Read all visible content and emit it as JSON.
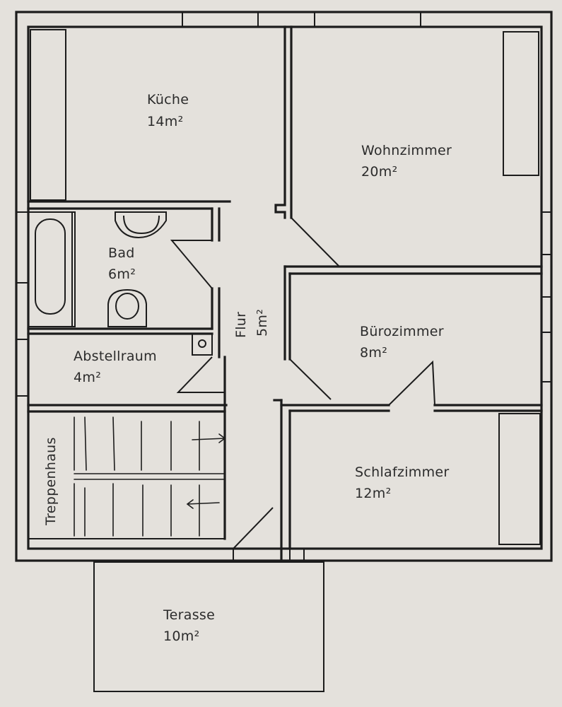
{
  "rooms": {
    "kueche": {
      "name": "Küche",
      "area": "14m²"
    },
    "wohnzimmer": {
      "name": "Wohnzimmer",
      "area": "20m²"
    },
    "bad": {
      "name": "Bad",
      "area": "6m²"
    },
    "flur": {
      "name": "Flur",
      "area": "5m²"
    },
    "buerozimmer": {
      "name": "Bürozimmer",
      "area": "8m²"
    },
    "abstellraum": {
      "name": "Abstellraum",
      "area": "4m²"
    },
    "schlafzimmer": {
      "name": "Schlafzimmer",
      "area": "12m²"
    },
    "treppenhaus": {
      "name": "Treppenhaus"
    },
    "terasse": {
      "name": "Terasse",
      "area": "10m²"
    }
  }
}
